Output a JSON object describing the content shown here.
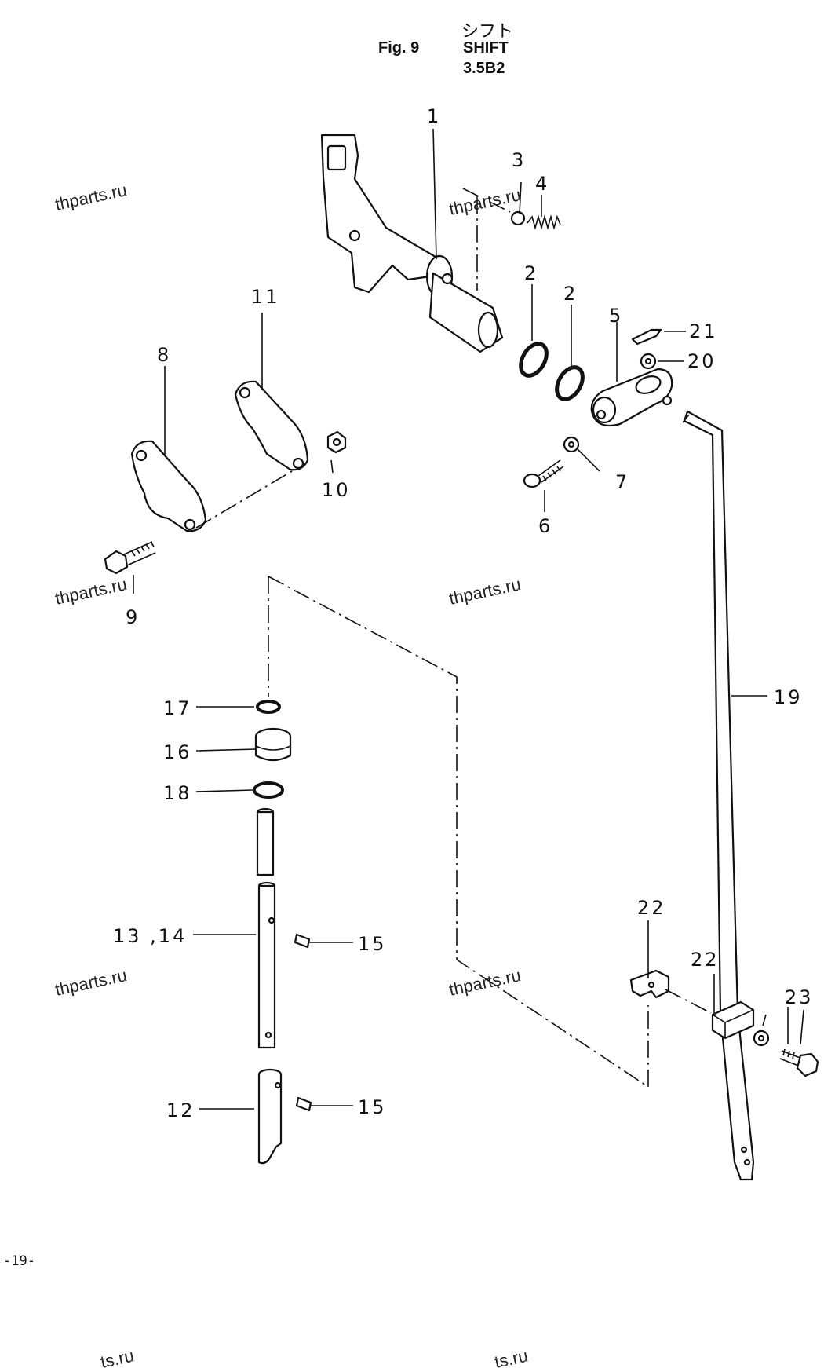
{
  "header": {
    "fig_label": "Fig. 9",
    "title_jp": "シフト",
    "title_en": "SHIFT",
    "model": "3.5B2"
  },
  "callouts": {
    "c1": "1",
    "c2a": "2",
    "c2b": "2",
    "c3": "3",
    "c4": "4",
    "c5": "5",
    "c6": "6",
    "c7": "7",
    "c8": "8",
    "c9": "9",
    "c10": "10",
    "c11": "11",
    "c12": "12",
    "c13_14": "13 ,14",
    "c15a": "15",
    "c15b": "15",
    "c16": "16",
    "c17": "17",
    "c18": "18",
    "c19": "19",
    "c20": "20",
    "c21": "21",
    "c22a": "22",
    "c22b": "22",
    "c23": "23"
  },
  "watermarks": {
    "w1": "thparts.ru",
    "w2": "thparts.ru",
    "w3": "thparts.ru",
    "w4": "thparts.ru",
    "w5": "thparts.ru",
    "w6": "thparts.ru",
    "w7": "ts.ru",
    "w8": "ts.ru"
  },
  "footer": {
    "page_number": "-19-"
  }
}
